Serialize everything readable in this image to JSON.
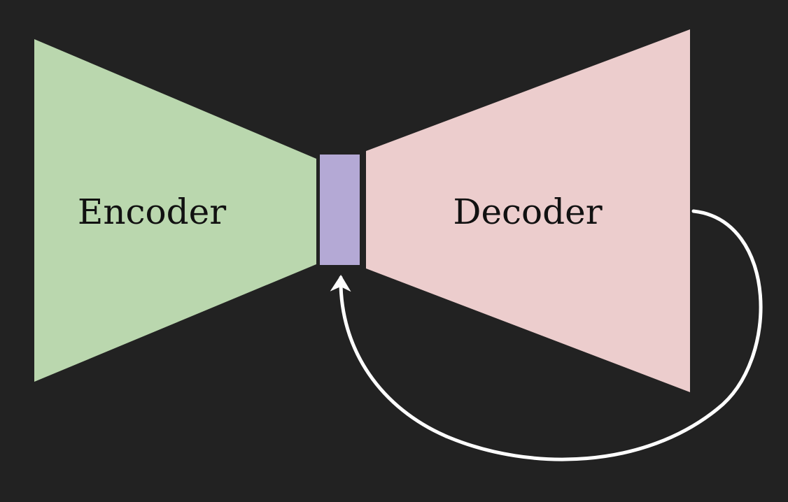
{
  "diagram": {
    "encoder": {
      "label": "Encoder",
      "color": "#bad7ae"
    },
    "bottleneck": {
      "color": "#b4a9d5"
    },
    "decoder": {
      "label": "Decoder",
      "color": "#eccdcd"
    },
    "feedback_arrow": {
      "color": "#ffffff",
      "from": "decoder",
      "to": "bottleneck"
    },
    "background": "#222222",
    "text_color": "#111111"
  }
}
